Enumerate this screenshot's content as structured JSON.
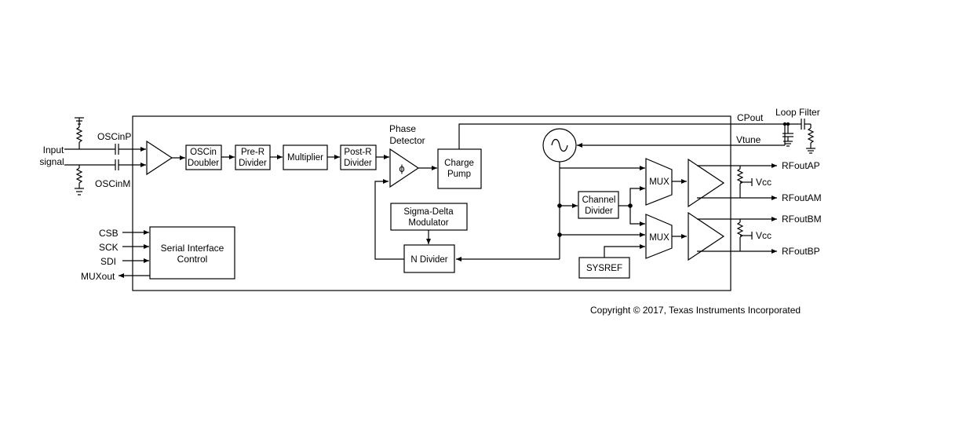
{
  "inputs": {
    "input_signal_line1": "Input",
    "input_signal_line2": "signal",
    "oscinp": "OSCinP",
    "oscinm": "OSCinM",
    "csb": "CSB",
    "sck": "SCK",
    "sdi": "SDI",
    "muxout": "MUXout"
  },
  "blocks": {
    "oscin_doubler_l1": "OSCin",
    "oscin_doubler_l2": "Doubler",
    "pre_r_l1": "Pre-R",
    "pre_r_l2": "Divider",
    "multiplier": "Multiplier",
    "post_r_l1": "Post-R",
    "post_r_l2": "Divider",
    "phase_detector_l1": "Phase",
    "phase_detector_l2": "Detector",
    "phase_symbol": "ϕ",
    "charge_pump_l1": "Charge",
    "charge_pump_l2": "Pump",
    "sigma_delta_l1": "Sigma-Delta",
    "sigma_delta_l2": "Modulator",
    "n_divider": "N Divider",
    "serial_if_l1": "Serial Interface",
    "serial_if_l2": "Control",
    "channel_divider_l1": "Channel",
    "channel_divider_l2": "Divider",
    "mux_top": "MUX",
    "mux_bottom": "MUX",
    "sysref": "SYSREF"
  },
  "outputs": {
    "cpout": "CPout",
    "vtune": "Vtune",
    "loop_filter": "Loop Filter",
    "rfoutap": "RFoutAP",
    "rfoutam": "RFoutAM",
    "rfoutbm": "RFoutBM",
    "rfoutbp": "RFoutBP",
    "vcc_top": "Vcc",
    "vcc_bottom": "Vcc"
  },
  "footer": {
    "copyright": "Copyright © 2017, Texas Instruments Incorporated"
  }
}
